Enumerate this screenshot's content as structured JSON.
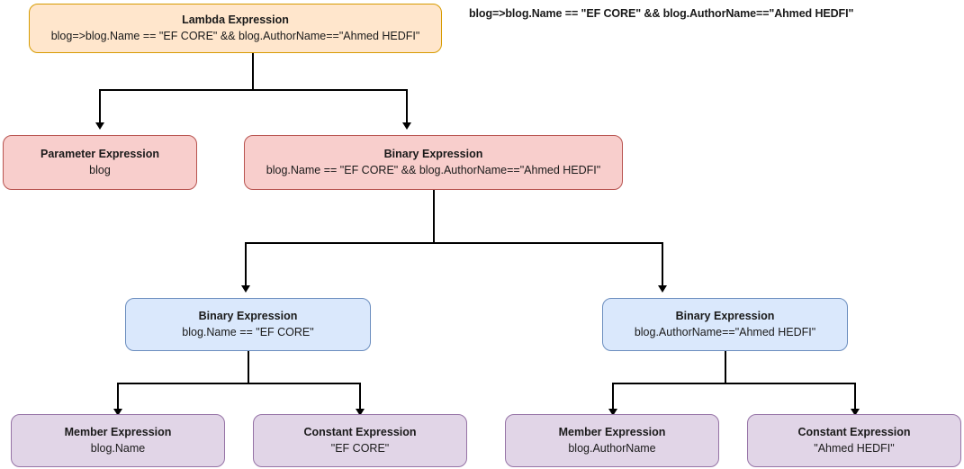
{
  "diagram": {
    "title_caption": "blog=>blog.Name == \"EF CORE\" && blog.AuthorName==\"Ahmed HEDFI\"",
    "background_color": "#ffffff",
    "edge_color": "#000000",
    "type": "expression-tree",
    "palette": {
      "lambda_fill": "#ffe6cc",
      "lambda_border": "#d79b00",
      "red_fill": "#f8cecc",
      "red_border": "#b85450",
      "blue_fill": "#dae8fc",
      "blue_border": "#6c8ebf",
      "purple_fill": "#e1d5e7",
      "purple_border": "#9673a6"
    },
    "nodes": {
      "root": {
        "title": "Lambda Expression",
        "subtitle": "blog=>blog.Name == \"EF CORE\" && blog.AuthorName==\"Ahmed HEDFI\""
      },
      "parameter": {
        "title": "Parameter Expression",
        "subtitle": "blog"
      },
      "binary_root": {
        "title": "Binary Expression",
        "subtitle": "blog.Name == \"EF CORE\" && blog.AuthorName==\"Ahmed HEDFI\""
      },
      "binary_left": {
        "title": "Binary Expression",
        "subtitle": "blog.Name == \"EF CORE\""
      },
      "binary_right": {
        "title": "Binary Expression",
        "subtitle": "blog.AuthorName==\"Ahmed HEDFI\""
      },
      "member_left": {
        "title": "Member Expression",
        "subtitle": "blog.Name"
      },
      "constant_left": {
        "title": "Constant Expression",
        "subtitle": "\"EF CORE\""
      },
      "member_right": {
        "title": "Member Expression",
        "subtitle": "blog.AuthorName"
      },
      "constant_right": {
        "title": "Constant Expression",
        "subtitle": "\"Ahmed HEDFI\""
      }
    }
  }
}
